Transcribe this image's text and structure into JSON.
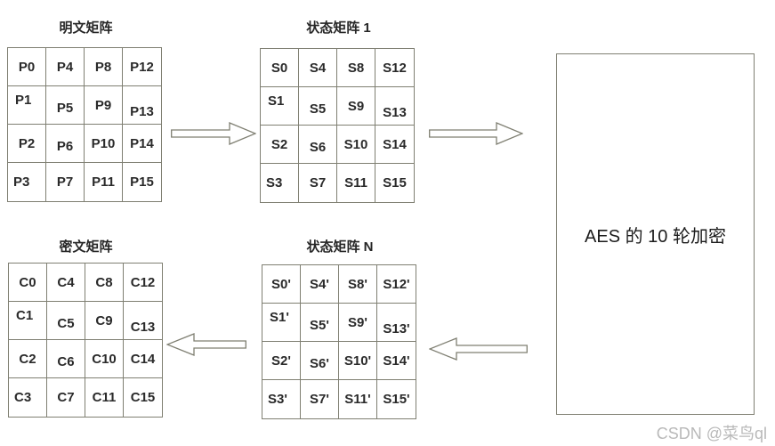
{
  "matrices": {
    "plaintext": {
      "title": "明文矩阵",
      "cells": [
        [
          "P0",
          "P4",
          "P8",
          "P12"
        ],
        [
          "P1",
          "P5",
          "P9",
          "P13"
        ],
        [
          "P2",
          "P6",
          "P10",
          "P14"
        ],
        [
          "P3",
          "P7",
          "P11",
          "P15"
        ]
      ]
    },
    "state1": {
      "title": "状态矩阵 1",
      "cells": [
        [
          "S0",
          "S4",
          "S8",
          "S12"
        ],
        [
          "S1",
          "S5",
          "S9",
          "S13"
        ],
        [
          "S2",
          "S6",
          "S10",
          "S14"
        ],
        [
          "S3",
          "S7",
          "S11",
          "S15"
        ]
      ]
    },
    "ciphertext": {
      "title": "密文矩阵",
      "cells": [
        [
          "C0",
          "C4",
          "C8",
          "C12"
        ],
        [
          "C1",
          "C5",
          "C9",
          "C13"
        ],
        [
          "C2",
          "C6",
          "C10",
          "C14"
        ],
        [
          "C3",
          "C7",
          "C11",
          "C15"
        ]
      ]
    },
    "stateN": {
      "title": "状态矩阵 N",
      "cells": [
        [
          "S0'",
          "S4'",
          "S8'",
          "S12'"
        ],
        [
          "S1'",
          "S5'",
          "S9'",
          "S13'"
        ],
        [
          "S2'",
          "S6'",
          "S10'",
          "S14'"
        ],
        [
          "S3'",
          "S7'",
          "S11'",
          "S15'"
        ]
      ]
    }
  },
  "process_box": {
    "label": "AES 的 10 轮加密"
  },
  "watermark": {
    "text": "CSDN @菜鸟ql"
  },
  "colors": {
    "line": "#7f7f72",
    "text": "#262626",
    "watermark": "#b9b9b9",
    "background": "#ffffff"
  }
}
